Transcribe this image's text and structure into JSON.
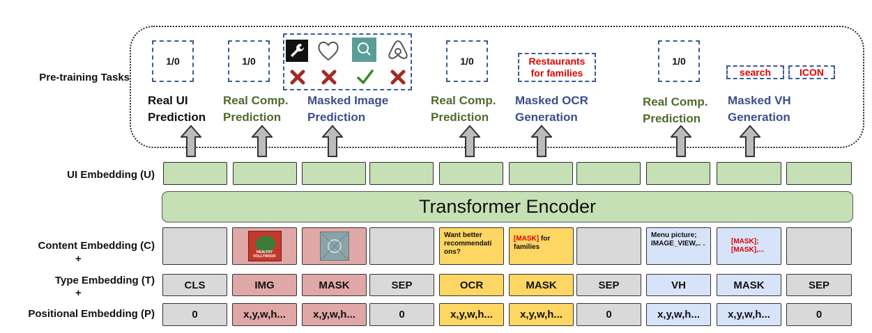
{
  "row_labels": {
    "pretraining": "Pre-training Tasks",
    "ui_embedding": "UI Embedding (U)",
    "content_embedding": "Content Embedding (C)",
    "plus1": "+",
    "type_embedding": "Type Embedding (T)",
    "plus2": "+",
    "positional_embedding": "Positional Embedding (P)"
  },
  "task_boxes": {
    "box1": "1/0",
    "box2": "1/0",
    "box3": "1/0",
    "box4": "1/0",
    "ocr_line1": "Restaurants",
    "ocr_line2": "for families",
    "vh_search": "search",
    "vh_icon": "ICON"
  },
  "tasks": {
    "real_ui_1": "Real UI",
    "real_ui_2": "Prediction",
    "real_comp_a_1": "Real Comp.",
    "real_comp_a_2": "Prediction",
    "masked_image_1": "Masked Image",
    "masked_image_2": "Prediction",
    "real_comp_b_1": "Real Comp.",
    "real_comp_b_2": "Prediction",
    "masked_ocr_1": "Masked OCR",
    "masked_ocr_2": "Generation",
    "real_comp_c_1": "Real Comp.",
    "real_comp_c_2": "Prediction",
    "masked_vh_1": "Masked VH",
    "masked_vh_2": "Generation"
  },
  "icons": [
    "wrench-icon",
    "heart-icon",
    "search-icon",
    "airbnb-icon"
  ],
  "icon_results": [
    "cross",
    "cross",
    "check",
    "cross"
  ],
  "transformer_label": "Transformer Encoder",
  "content": {
    "img_lines": [
      "HEALTHY",
      "HOLLYWOOD"
    ],
    "ocr_text": "Want better recommendati ons?",
    "mask_ocr_mask": "[MASK]",
    "mask_ocr_rest": " for families",
    "vh_text": "Menu picture; IMAGE_VIEW,.. .",
    "mask_vh_text": "[MASK]; [MASK],..."
  },
  "types": [
    "CLS",
    "IMG",
    "MASK",
    "SEP",
    "OCR",
    "MASK",
    "SEP",
    "VH",
    "MASK",
    "SEP"
  ],
  "positions": [
    "0",
    "x,y,w,h...",
    "x,y,w,h...",
    "0",
    "x,y,w,h...",
    "x,y,w,h...",
    "0",
    "x,y,w,h...",
    "x,y,w,h...",
    "0"
  ],
  "colors": {
    "green": "#c5e0b4",
    "gray": "#d9d9d9",
    "red": "#e0a7a7",
    "yellow": "#fdd663",
    "blue": "#d6e3f8",
    "task_green": "#4e6b2c",
    "task_blue": "#3a4f8a",
    "mask_red": "#e00000",
    "cross_red": "#a32a25",
    "check_green": "#3a8a28"
  }
}
